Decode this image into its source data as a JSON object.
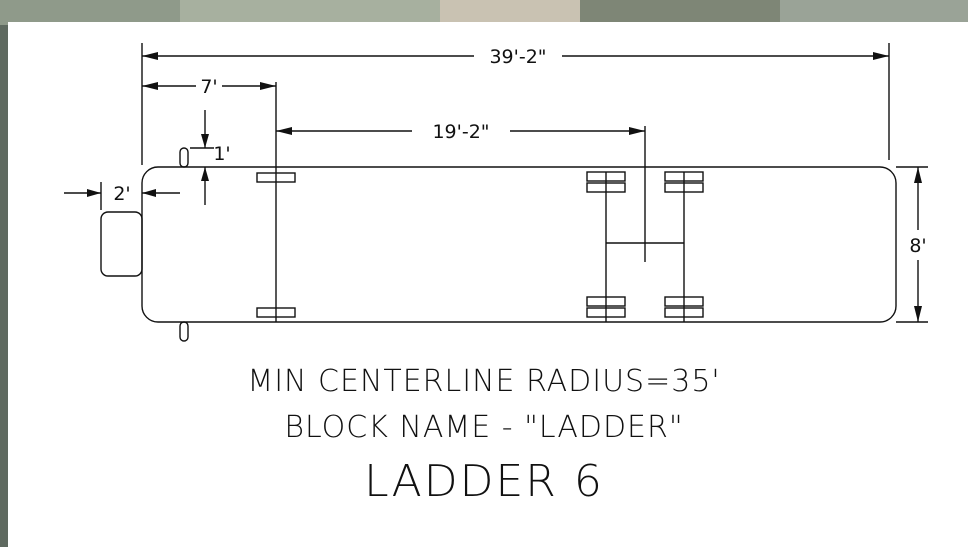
{
  "drawing": {
    "dimensions": {
      "overall_length": "39'-2\"",
      "front_overhang": "7'",
      "wheelbase": "19'-2\"",
      "ladder_clearance": "1'",
      "bumper_extension": "2'",
      "width": "8'"
    },
    "captions": {
      "radius": "MIN CENTERLINE RADIUS=35'",
      "block": "BLOCK NAME - \"LADDER\"",
      "title": "LADDER 6"
    }
  }
}
